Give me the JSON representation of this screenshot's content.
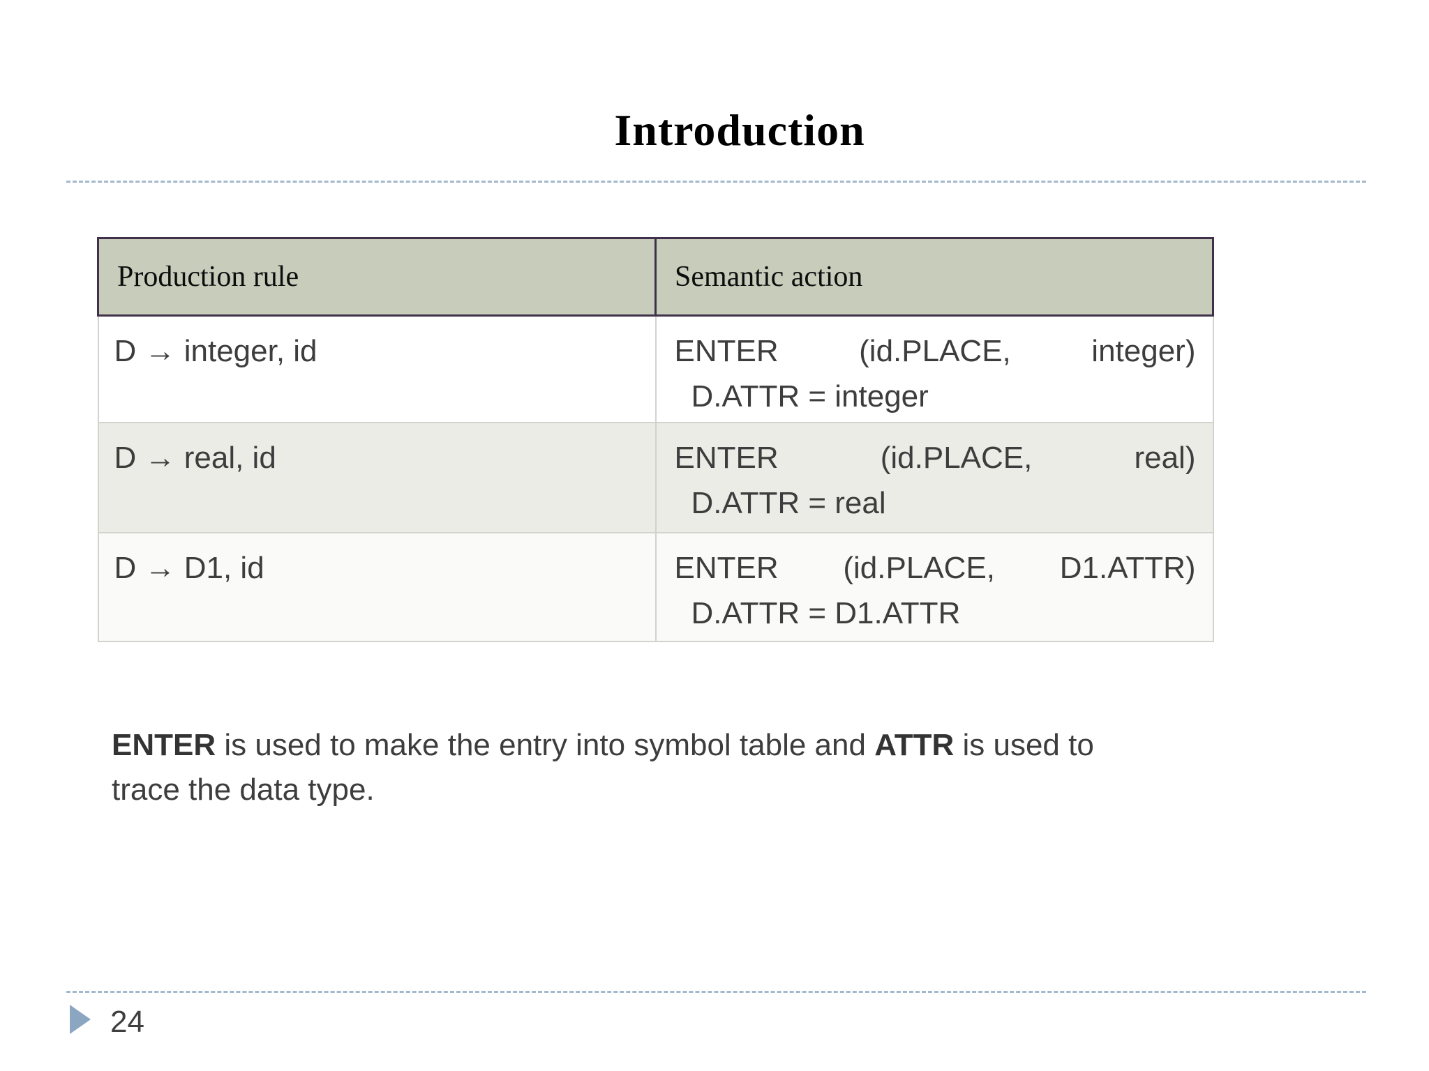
{
  "title": "Introduction",
  "table": {
    "col1_header": "Production rule",
    "col2_header": "Semantic action",
    "rows": [
      {
        "production": "D → integer, id",
        "t1": "ENTER",
        "t2": "(id.PLACE,",
        "t3": "integer)",
        "line2": "D.ATTR = integer"
      },
      {
        "production": "D → real, id",
        "t1": "ENTER",
        "t2": "(id.PLACE,",
        "t3": "real)",
        "line2": "D.ATTR = real"
      },
      {
        "production": "D → D1, id",
        "t1": "ENTER",
        "t2": "(id.PLACE,",
        "t3": "D1.ATTR)",
        "line2": "D.ATTR = D1.ATTR"
      }
    ]
  },
  "note": {
    "bold1": "ENTER",
    "seg1": " is used to make the entry into symbol table and ",
    "bold2": "ATTR",
    "seg2": " is used to trace the data type."
  },
  "footer": {
    "page_number": "24"
  },
  "icons": {
    "page_marker": "right-triangle-icon"
  },
  "colors": {
    "header_bg": "#c8ccbb",
    "header_border": "#40304a",
    "row_alt_bg": "#ebece6",
    "dashed_line": "#a3b8cd",
    "page_marker": "#8ba6c0",
    "body_text": "#3d3d3d"
  }
}
